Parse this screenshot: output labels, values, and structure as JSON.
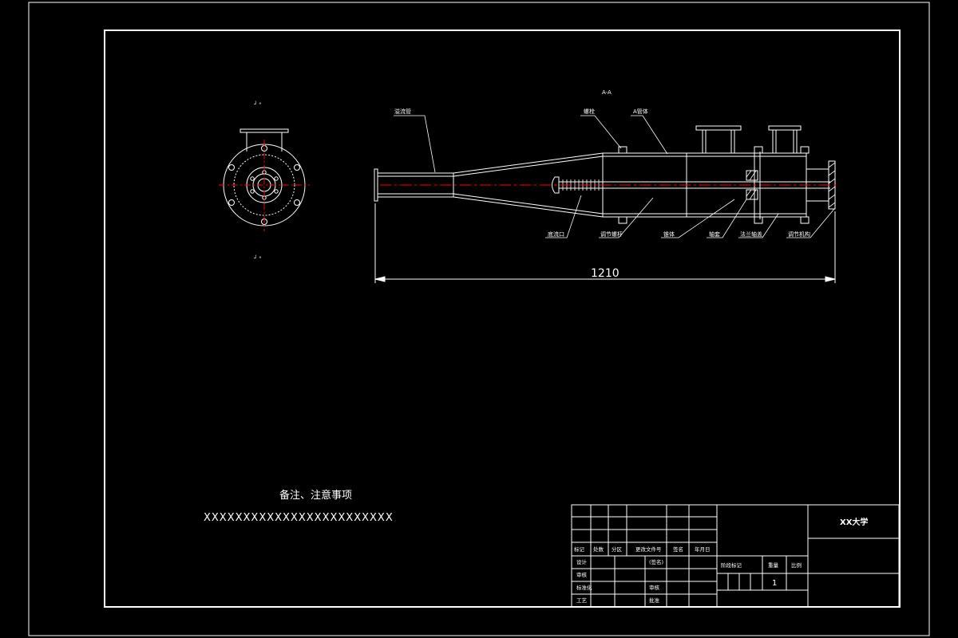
{
  "drawing": {
    "dimension_overall": "1210",
    "section_marks": {
      "top": "┘ ᵃ",
      "bottom": "┘ ᵃ",
      "main": "A-A"
    },
    "part_labels": [
      "溢流管",
      "螺栓",
      "A管体",
      "底流口",
      "调节螺杆",
      "锥体",
      "轴套",
      "法兰轴盖",
      "调节机构"
    ],
    "notes": {
      "title": "备注、注意事项",
      "body": "XXXXXXXXXXXXXXXXXXXXXXXX"
    },
    "title_block": {
      "university": "XX大学",
      "rev_header": [
        "标记",
        "处数",
        "分区",
        "更改文件号",
        "签名",
        "年月日"
      ],
      "role_design": "设计",
      "role_check": "审核",
      "role_review": "标准化",
      "role_process": "工艺",
      "std_label": "(签名)",
      "approve_label": "批准",
      "audit_label": "审核",
      "stage_label": "阶段标记",
      "weight_label": "重量",
      "scale_label": "比例",
      "quantity": "1"
    }
  },
  "colors": {
    "background": "#000000",
    "line": "#ffffff",
    "centerline": "#ff0000",
    "hatch": "#ffffff",
    "frame": "#ffffff"
  }
}
